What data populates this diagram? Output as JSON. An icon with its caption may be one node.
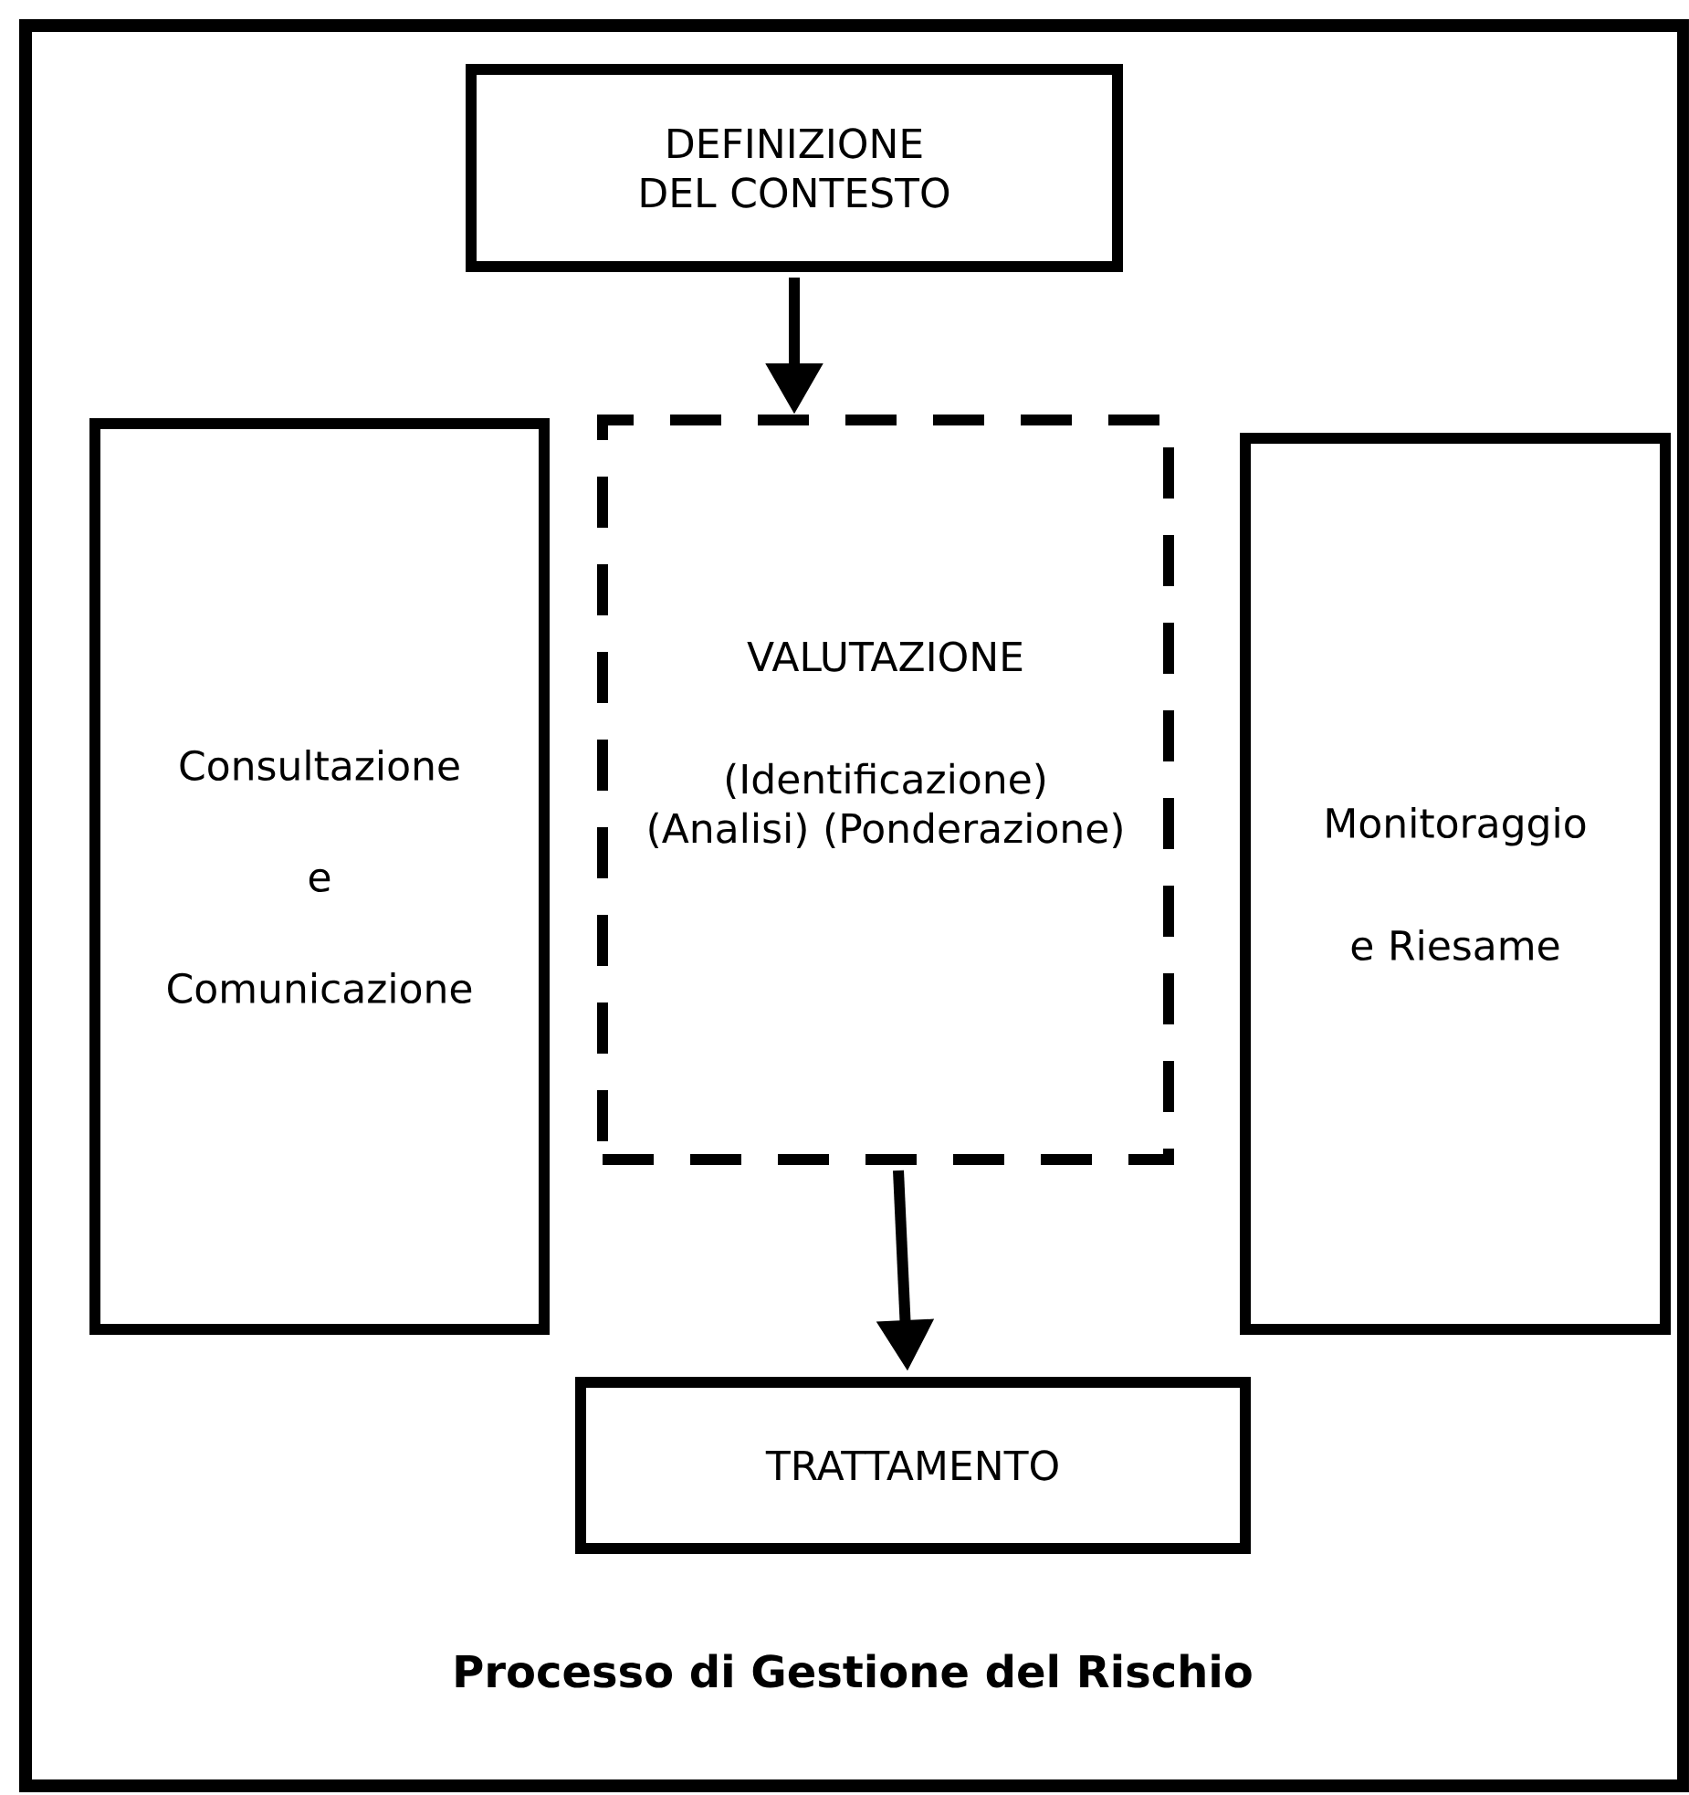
{
  "diagram": {
    "caption": "Processo di Gestione del Rischio",
    "nodes": [
      {
        "text": [
          "DEFINIZIONE DEL CONTESTO"
        ]
      },
      {
        "text": [
          "Consultazione",
          "e",
          "Comunicazione"
        ]
      },
      {
        "text": [
          "VALUTAZIONE",
          "(Identificazione) (Analisi) (Ponderazione)"
        ]
      },
      {
        "text": [
          "Monitoraggio",
          "e Riesame"
        ]
      },
      {
        "text": [
          "TRATTAMENTO"
        ]
      }
    ],
    "edges": [
      {
        "from": 0,
        "to": 2,
        "arrow": "to"
      },
      {
        "from": 2,
        "to": 4,
        "arrow": "to"
      }
    ]
  }
}
